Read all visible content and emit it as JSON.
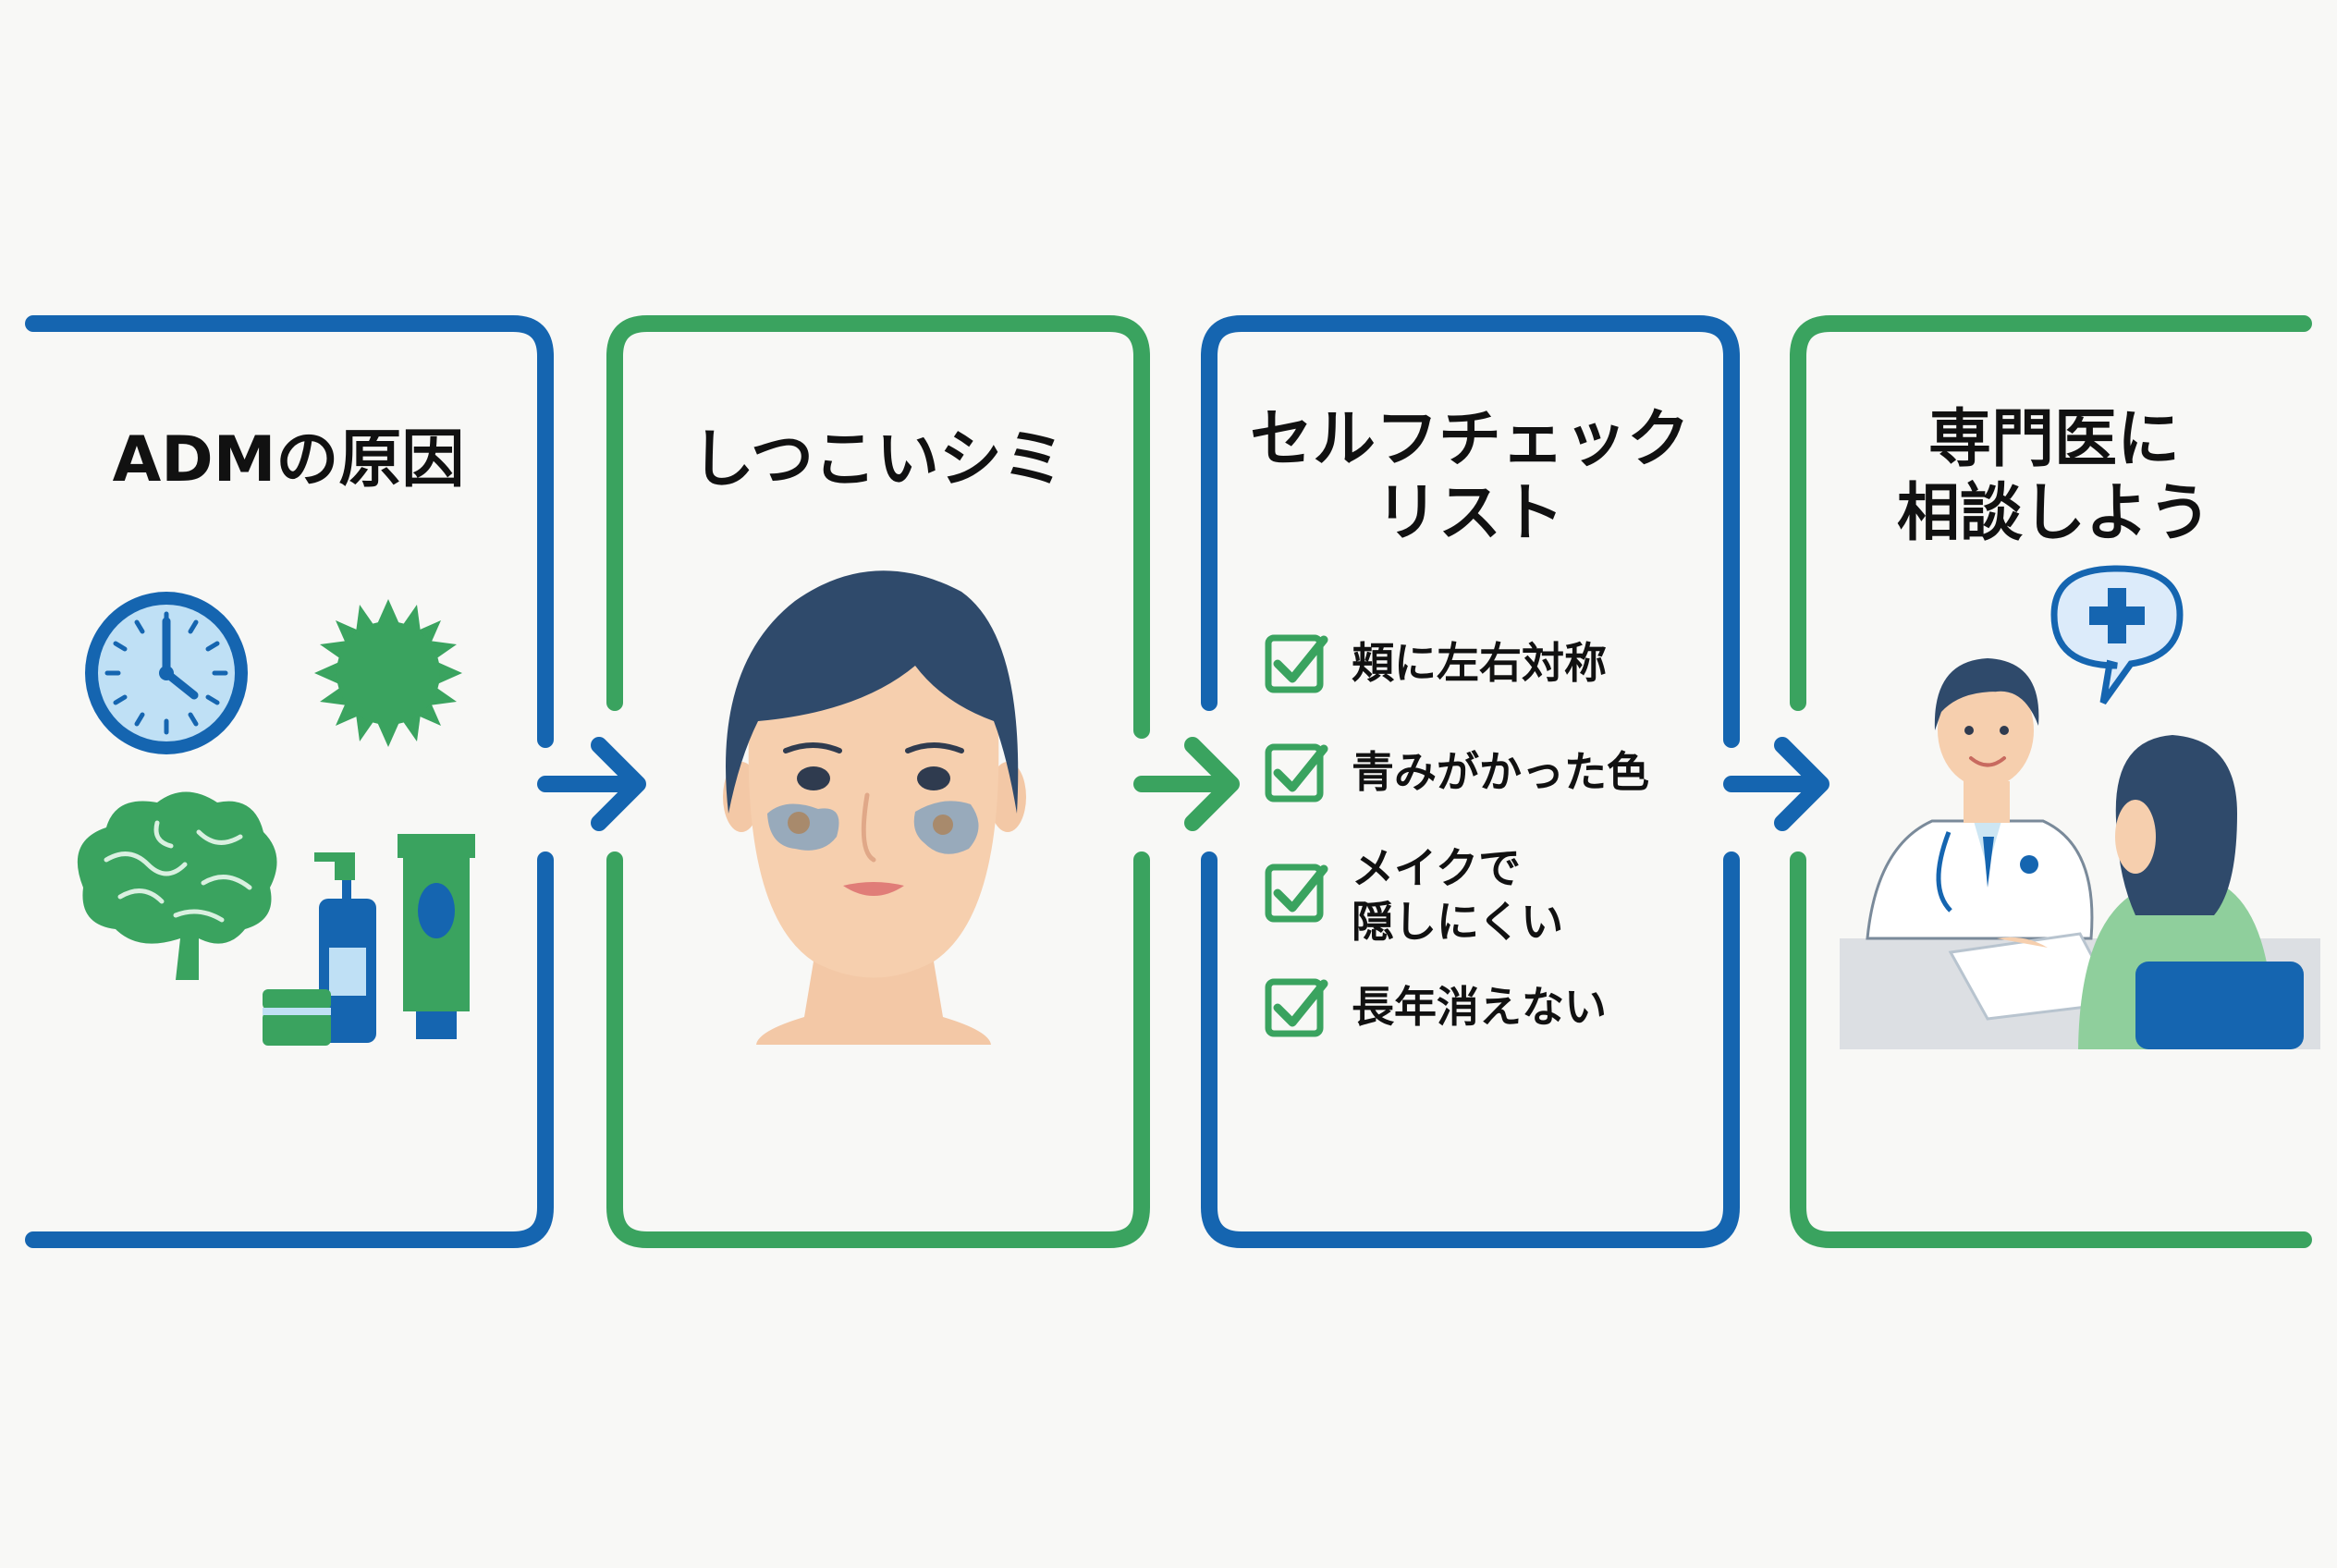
{
  "colors": {
    "blue": "#1565b0",
    "green": "#3aa35f",
    "background": "#f8f8f6"
  },
  "panels": [
    {
      "title": "ADMの原因",
      "icons": [
        "clock-icon",
        "sun-icon",
        "brain-icon",
        "skincare-products-icon"
      ]
    },
    {
      "title": "しつこいシミ",
      "icons": [
        "face-with-spots-icon"
      ]
    },
    {
      "title": "セルフチェック\nリスト",
      "checklist": [
        "頬に左右対称",
        "青みがかった色",
        "メイクで\n隠しにくい",
        "長年消えない"
      ]
    },
    {
      "title": "専門医に\n相談しよう",
      "icons": [
        "doctor-consultation-icon",
        "medical-cross-speech-icon"
      ]
    }
  ]
}
